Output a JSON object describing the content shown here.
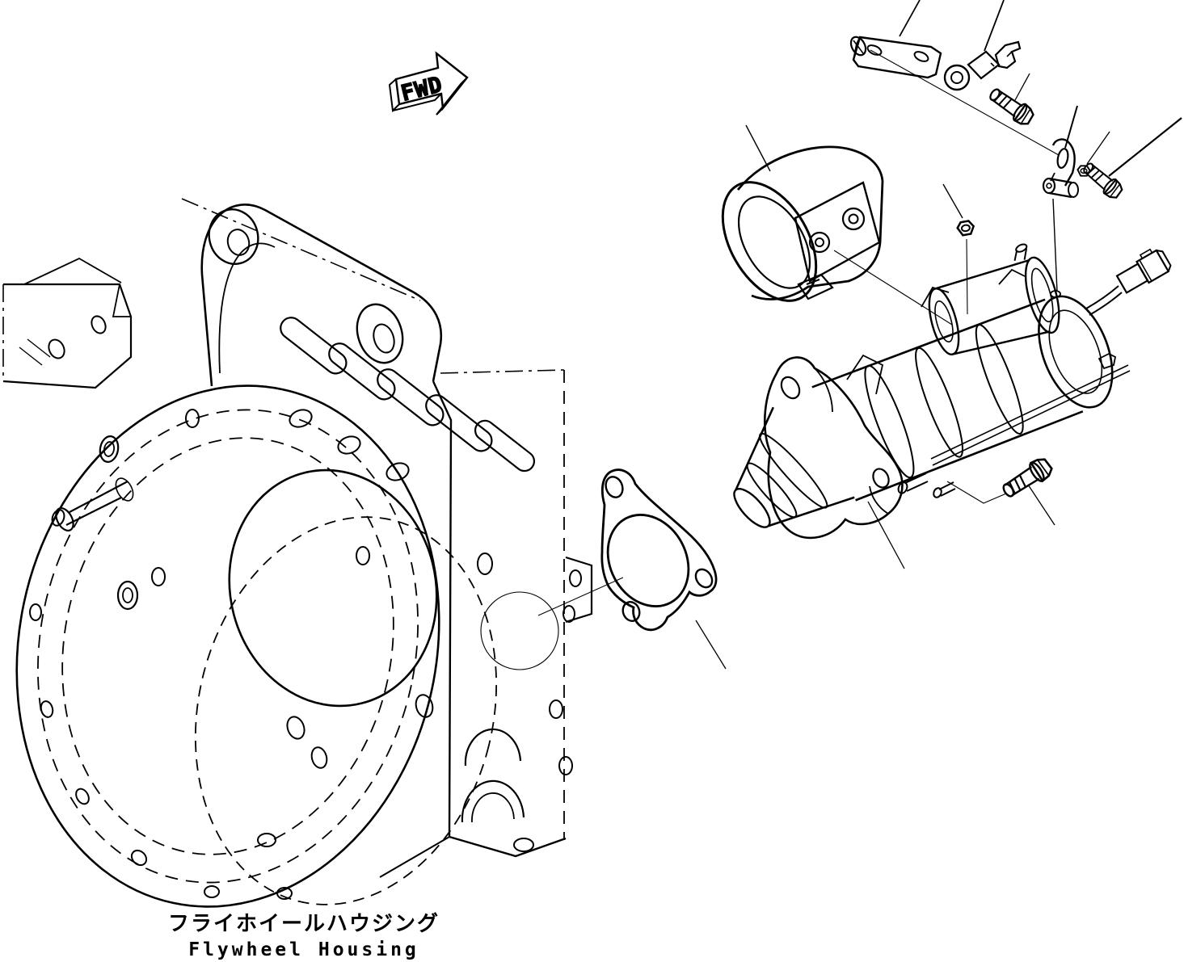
{
  "diagram": {
    "type": "exploded-parts-diagram",
    "background_color": "#ffffff",
    "line_color": "#000000",
    "direction_marker": {
      "label": "FWD"
    },
    "caption": {
      "jp": "フライホイールハウジング",
      "en": "Flywheel Housing"
    },
    "parts": [
      {
        "id": "flywheel-housing",
        "name": "Flywheel housing"
      },
      {
        "id": "starter-gasket",
        "name": "Starter mounting gasket"
      },
      {
        "id": "starter-motor",
        "name": "Starting motor assembly"
      },
      {
        "id": "starter-clamp",
        "name": "Starter clamp band"
      },
      {
        "id": "clamp-strap",
        "name": "Clamp strap with captive bolt"
      },
      {
        "id": "terminal-bracket",
        "name": "Wiring terminal bracket"
      },
      {
        "id": "link-bracket",
        "name": "Link bracket with spacer"
      },
      {
        "id": "flange-bolt-upper",
        "name": "Flange bolt (upper)"
      },
      {
        "id": "flange-bolt-middle",
        "name": "Flange bolt (middle)"
      },
      {
        "id": "flange-bolt-lower",
        "name": "Flange bolt (lower)"
      },
      {
        "id": "nut-small",
        "name": "Nut (small)"
      },
      {
        "id": "nut-clip",
        "name": "Nut (clip)"
      },
      {
        "id": "wire-connector",
        "name": "Starter wiring connector"
      }
    ]
  }
}
